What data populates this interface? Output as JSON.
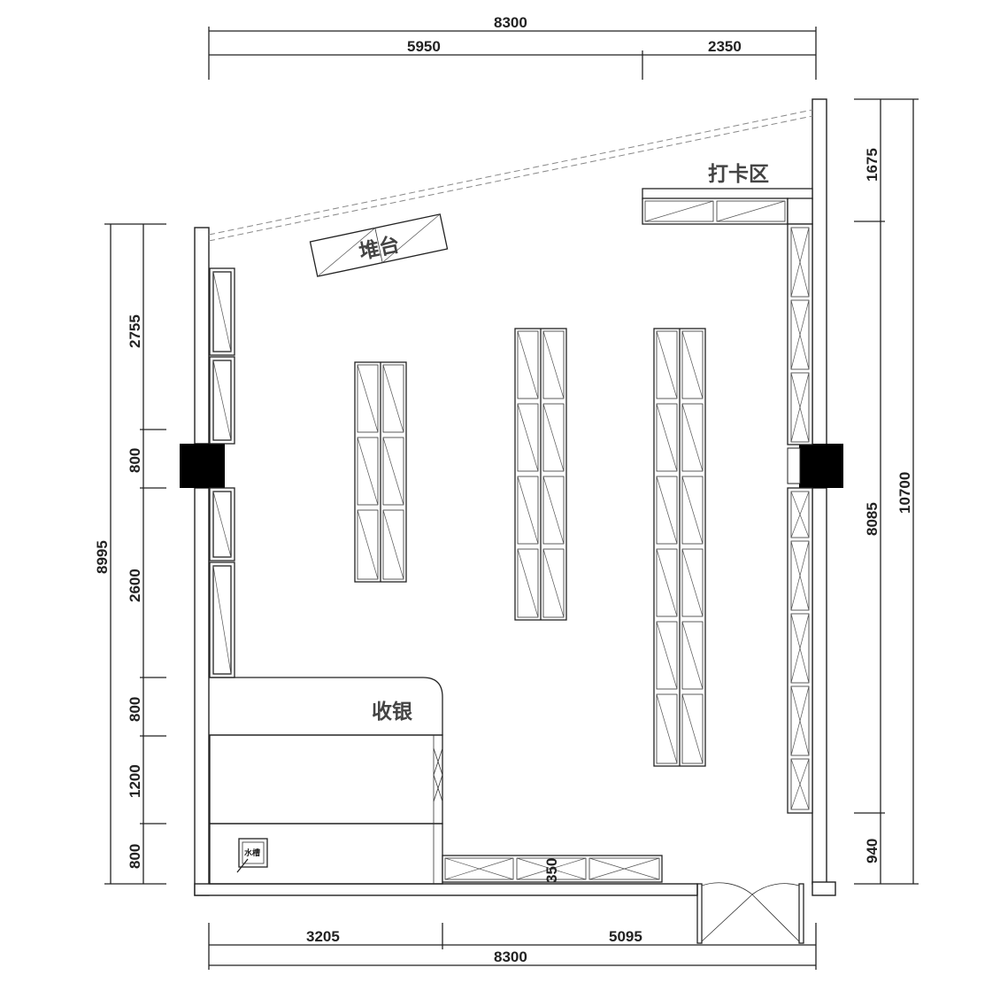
{
  "dimensions": {
    "top_total": "8300",
    "top_left": "5950",
    "top_right": "2350",
    "bottom_left": "3205",
    "bottom_right": "5095",
    "bottom_total": "8300",
    "left_total": "8995",
    "left_seg1": "2755",
    "left_seg2": "800",
    "left_seg3": "2600",
    "left_seg4": "800",
    "left_seg5": "1200",
    "left_seg6": "800",
    "right_seg1": "1675",
    "right_seg2": "8085",
    "right_seg3": "940",
    "right_total": "10700",
    "counter_gap": "350"
  },
  "labels": {
    "stack_table": "堆台",
    "checkin_zone": "打卡区",
    "cashier": "收银",
    "cashier_box": "水槽"
  }
}
